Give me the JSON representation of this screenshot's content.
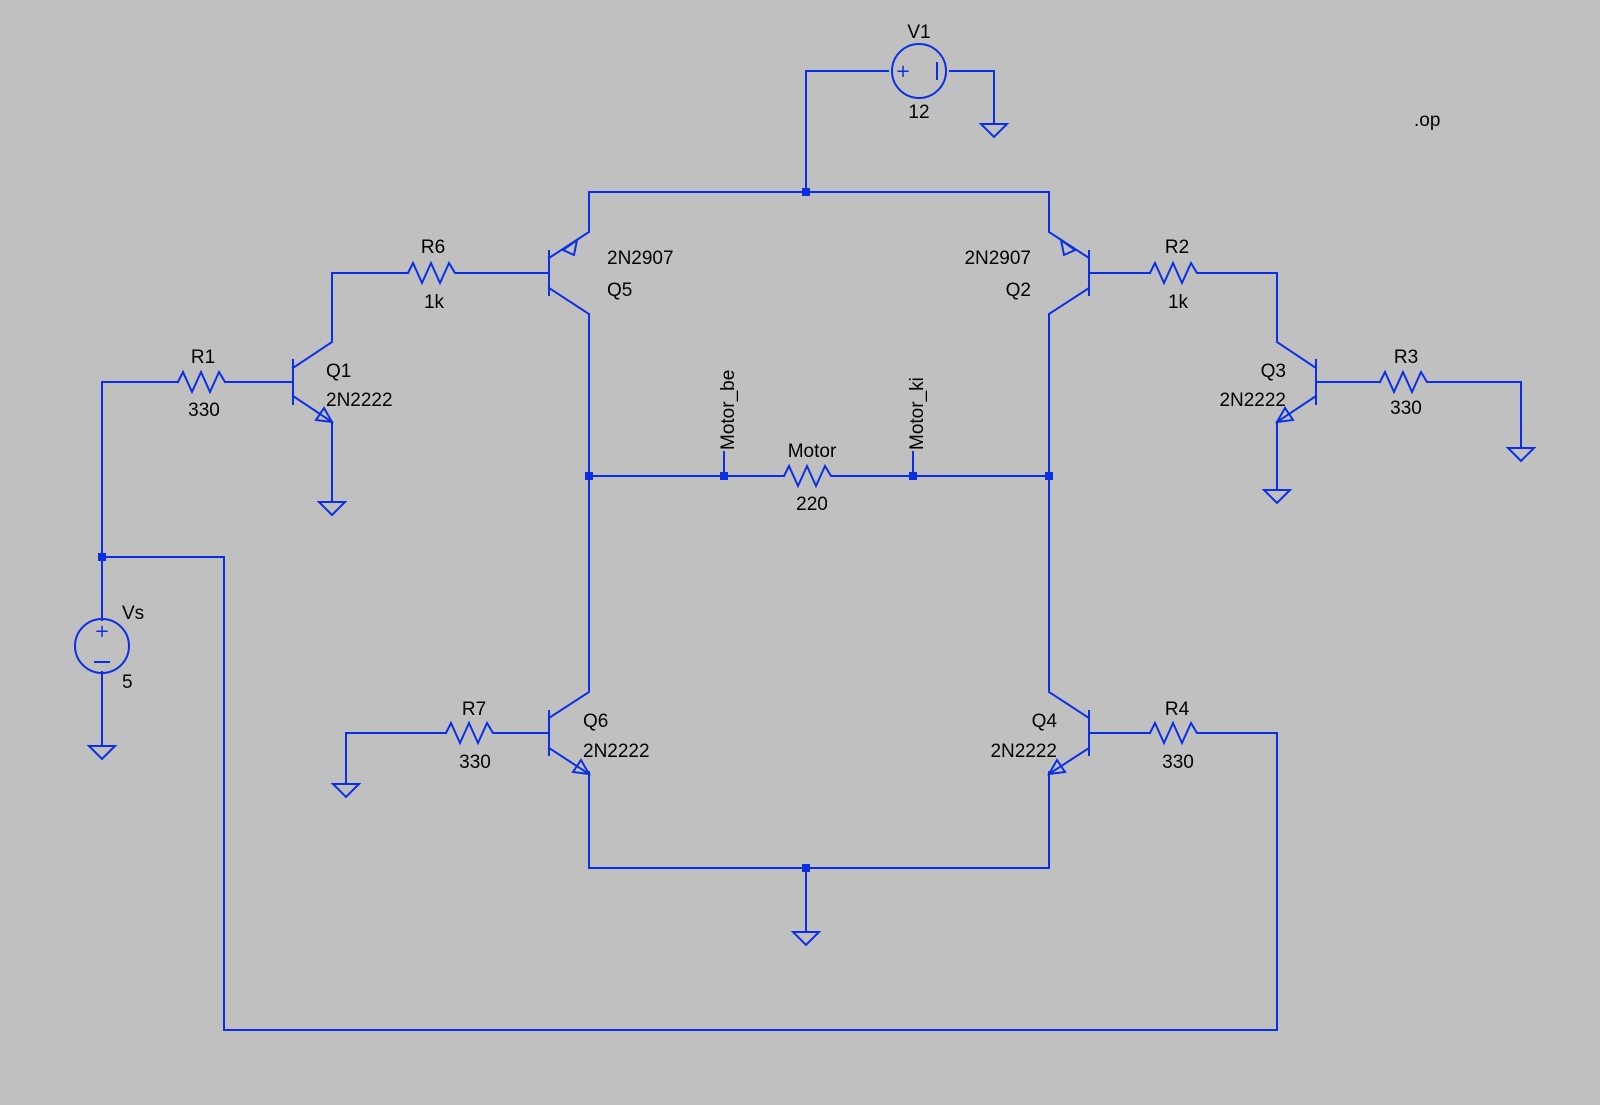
{
  "colors": {
    "background": "#c0c0c0",
    "wire": "#0b2fe6",
    "text": "#000000"
  },
  "directive": ".op",
  "sources": {
    "V1": {
      "name": "V1",
      "value": "12"
    },
    "Vs": {
      "name": "Vs",
      "value": "5"
    }
  },
  "resistors": {
    "R1": {
      "name": "R1",
      "value": "330"
    },
    "R2": {
      "name": "R2",
      "value": "1k"
    },
    "R3": {
      "name": "R3",
      "value": "330"
    },
    "R4": {
      "name": "R4",
      "value": "330"
    },
    "R6": {
      "name": "R6",
      "value": "1k"
    },
    "R7": {
      "name": "R7",
      "value": "330"
    },
    "Motor": {
      "name": "Motor",
      "value": "220"
    }
  },
  "transistors": {
    "Q1": {
      "name": "Q1",
      "model": "2N2222"
    },
    "Q2": {
      "name": "Q2",
      "model": "2N2907"
    },
    "Q3": {
      "name": "Q3",
      "model": "2N2222"
    },
    "Q4": {
      "name": "Q4",
      "model": "2N2222"
    },
    "Q5": {
      "name": "Q5",
      "model": "2N2907"
    },
    "Q6": {
      "name": "Q6",
      "model": "2N2222"
    }
  },
  "net_labels": {
    "motor_be": "Motor_be",
    "motor_ki": "Motor_ki"
  }
}
